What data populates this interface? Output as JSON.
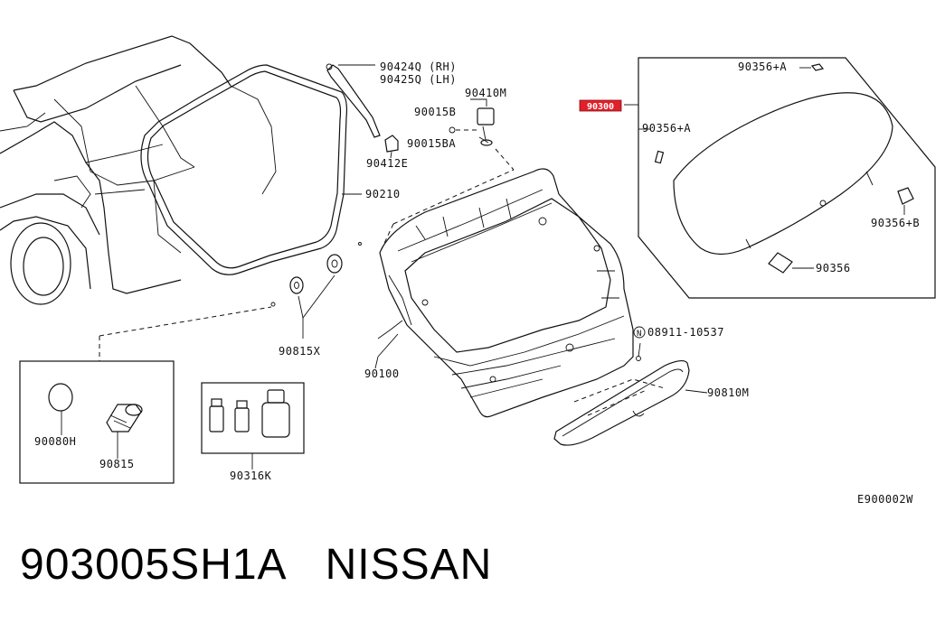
{
  "diagram": {
    "code": "E900002W",
    "highlight_label": "90300",
    "highlight_color": "#e0202a"
  },
  "labels": {
    "p90424q": "90424Q (RH)",
    "p90425q": "90425Q (LH)",
    "p90410m": "90410M",
    "p90015b": "90015B",
    "p90015ba": "90015BA",
    "p90412e": "90412E",
    "p90210": "90210",
    "p90815x": "90815X",
    "p90100": "90100",
    "p08911": "08911-10537",
    "p08911_prefix": "N",
    "p90810m": "90810M",
    "p90356a_top": "90356+A",
    "p90356a_left": "90356+A",
    "p90356b": "90356+B",
    "p90356": "90356",
    "p90080h": "90080H",
    "p90815": "90815",
    "p90316k": "90316K"
  },
  "caption": {
    "part_number": "903005SH1A",
    "brand": "NISSAN"
  }
}
